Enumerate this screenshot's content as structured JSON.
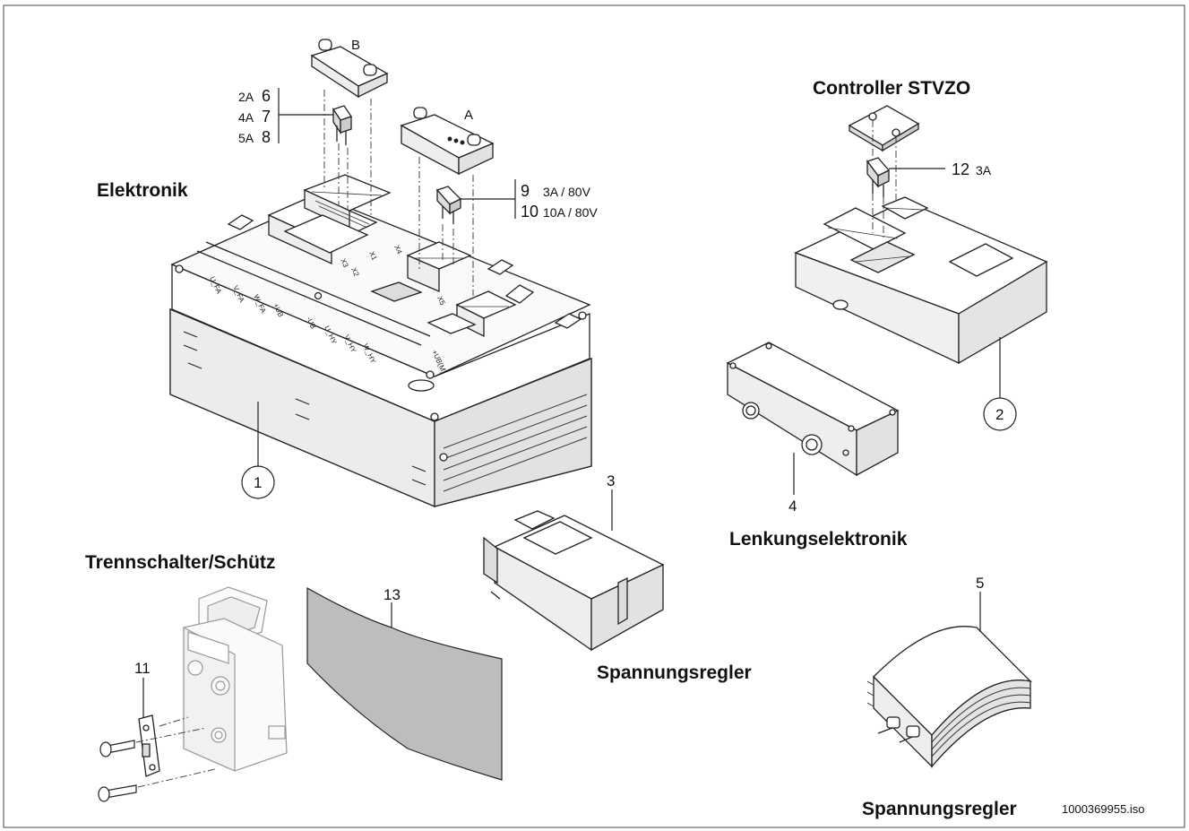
{
  "titles": {
    "elektronik": "Elektronik",
    "controller": "Controller STVZO",
    "lenkung": "Lenkungselektronik",
    "trenn": "Trennschalter/Schütz",
    "spannung_3": "Spannungsregler",
    "spannung_5": "Spannungsregler"
  },
  "callouts": {
    "c1": "1",
    "c2": "2",
    "c3": "3",
    "c4": "4",
    "c5": "5",
    "c11": "11",
    "c12": "12",
    "c12_rating": "3A",
    "c13": "13",
    "cA": "A",
    "cB": "B"
  },
  "fuse_group_left": [
    {
      "rating": "2A",
      "num": "6"
    },
    {
      "rating": "4A",
      "num": "7"
    },
    {
      "rating": "5A",
      "num": "8"
    }
  ],
  "fuse_group_right": [
    {
      "num": "9",
      "rating": "3A / 80V"
    },
    {
      "num": "10",
      "rating": "10A / 80V"
    }
  ],
  "board_labels": {
    "u_fa": "U_FA",
    "v_fa": "V_FA",
    "w_fa": "W_FA",
    "pub": "+UB",
    "mub": "-UB",
    "u_hy": "U_HY",
    "v_hy": "V_HY",
    "w_hy": "W_HY",
    "pubm": "+UB(M)",
    "x1": "X1",
    "x2": "X2",
    "x3": "X3",
    "x4": "X4",
    "x5": "X5"
  },
  "doc_id": "1000369955.iso",
  "colors": {
    "line": "#222222",
    "shade": "#bdbdbd",
    "panel": "#e6e6e6"
  }
}
